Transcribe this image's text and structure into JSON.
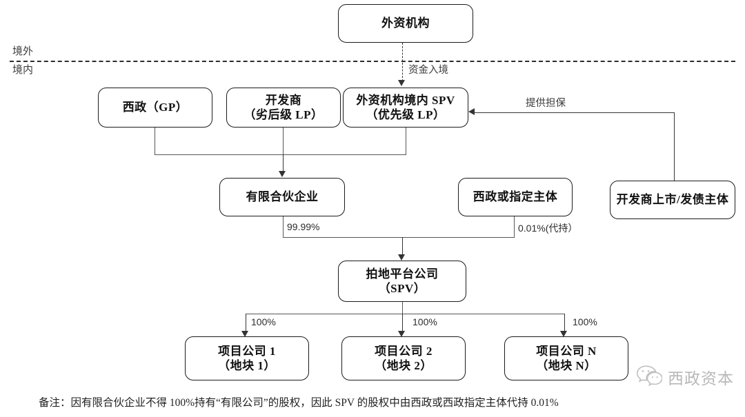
{
  "diagram": {
    "title_nodes": {
      "foreign_institution": "外资机构",
      "xizheng_gp": "西政（GP）",
      "developer_l1": "开发商",
      "developer_l2": "（劣后级 LP）",
      "onshore_spv_l1": "外资机构境内 SPV",
      "onshore_spv_l2": "（优先级 LP）",
      "limited_partnership": "有限合伙企业",
      "xizheng_or_designee": "西政或指定主体",
      "developer_listed_entity": "开发商上市/发债主体",
      "land_platform_l1": "拍地平台公司",
      "land_platform_l2": "（SPV）",
      "project_company_1_l1": "项目公司 1",
      "project_company_1_l2": "（地块 1）",
      "project_company_2_l1": "项目公司 2",
      "project_company_2_l2": "（地块 2）",
      "project_company_n_l1": "项目公司 N",
      "project_company_n_l2": "（地块 N）"
    },
    "boundary": {
      "offshore": "境外",
      "onshore": "境内"
    },
    "edge_labels": {
      "capital_inflow": "资金入境",
      "provide_guarantee": "提供担保",
      "pct_99_99": "99.99%",
      "pct_0_01": "0.01%(代持）",
      "pct_100_a": "100%",
      "pct_100_b": "100%",
      "pct_100_c": "100%"
    },
    "footnote": "备注：因有限合伙企业不得 100%持有“有限公司”的股权，因此 SPV 的股权中由西政或西政指定主体代持 0.01%",
    "watermark": {
      "text": "西政资本",
      "icon": "wechat-icon"
    },
    "colors": {
      "node_border": "#1a1a1a",
      "connector": "#555555",
      "text": "#111111",
      "label": "#3b3b3b",
      "watermark": "#8e8e8e"
    }
  }
}
